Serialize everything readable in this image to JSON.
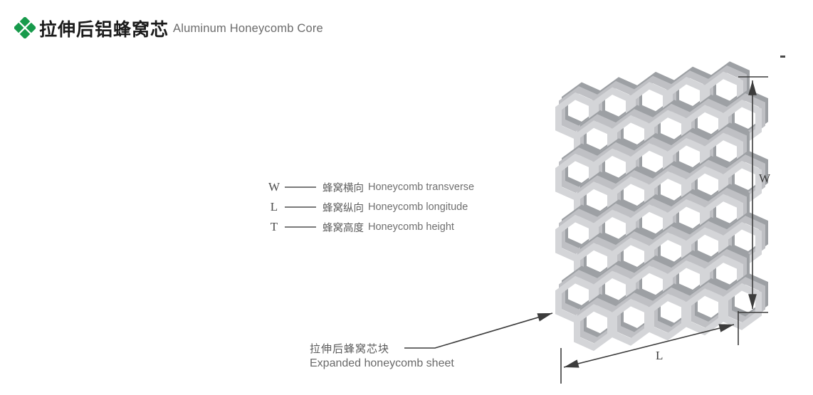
{
  "header": {
    "title_zh": "拉伸后铝蜂窝芯",
    "title_en": "Aluminum Honeycomb Core"
  },
  "legend": {
    "rows": [
      {
        "symbol": "W",
        "label_zh": "蜂窝横向",
        "label_en": "Honeycomb transverse"
      },
      {
        "symbol": "L",
        "label_zh": "蜂窝纵向",
        "label_en": "Honeycomb longitude"
      },
      {
        "symbol": "T",
        "label_zh": "蜂窝高度",
        "label_en": "Honeycomb height"
      }
    ]
  },
  "diagram": {
    "dim_w_label": "W",
    "dim_l_label": "L",
    "leader_label_zh": "拉伸后蜂窝芯块",
    "leader_label_en": "Expanded honeycomb sheet",
    "colors": {
      "accent_green": "#179a4b",
      "honeycomb_light": "#d4d5d8",
      "honeycomb_mid": "#bfc0c4",
      "honeycomb_dark": "#9da0a4",
      "line": "#3c3c3c"
    }
  }
}
